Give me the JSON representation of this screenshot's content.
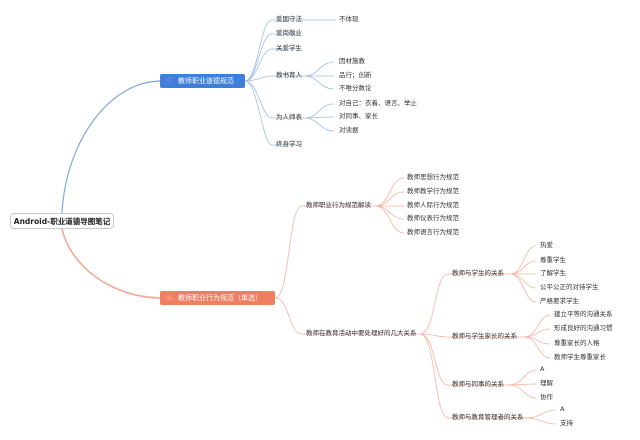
{
  "colors": {
    "blue": "#3f7fd9",
    "orange": "#ef7f61",
    "blue_line": "#7fa8dc",
    "orange_line": "#f3a896"
  },
  "root": {
    "label": "Android-职业道德导图笔记"
  },
  "branch1": {
    "label": "教师职业道德规范",
    "icon": "heart-icon",
    "children": {
      "aiguo": {
        "label": "爱国守法",
        "child": "不体现"
      },
      "aigang": {
        "label": "爱岗敬业"
      },
      "guanai": {
        "label": "关爱学生"
      },
      "jiaoshu": {
        "label": "教书育人",
        "items": [
          "因材施教",
          "品行；创新",
          "不唯分数论"
        ]
      },
      "weiren": {
        "label": "为人师表",
        "items": [
          "对自己：衣着、语言、举止",
          "对同事、家长",
          "对读据"
        ]
      },
      "zhongshen": {
        "label": "终身学习"
      }
    }
  },
  "branch2": {
    "label": "教师职业行为规范（单选）",
    "icon": "fire-icon",
    "jiedu": {
      "label": "教师职业行为规范解读",
      "items": [
        "教师思想行为规范",
        "教师教学行为规范",
        "教师人际行为规范",
        "教师仪表行为规范",
        "教师语言行为规范"
      ]
    },
    "guanxi": {
      "label": "教师在教育活动中要处理好的几大关系",
      "xuesheng": {
        "label": "教师与学生的关系",
        "items": [
          "热爱",
          "尊重学生",
          "了解学生",
          "公平公正的对待学生",
          "严格要求学生"
        ]
      },
      "jiazhang": {
        "label": "教师与学生家长的关系",
        "items": [
          "建立平等的沟通关系",
          "形成良好的沟通习惯",
          "尊重家长的人格",
          "教师学生尊重家长"
        ]
      },
      "tongshi": {
        "label": "教师与同事的关系",
        "items": [
          "A",
          "理解",
          "协作"
        ]
      },
      "guanli": {
        "label": "教师与教育管理者的关系",
        "items": [
          "A",
          "支持"
        ]
      }
    }
  }
}
